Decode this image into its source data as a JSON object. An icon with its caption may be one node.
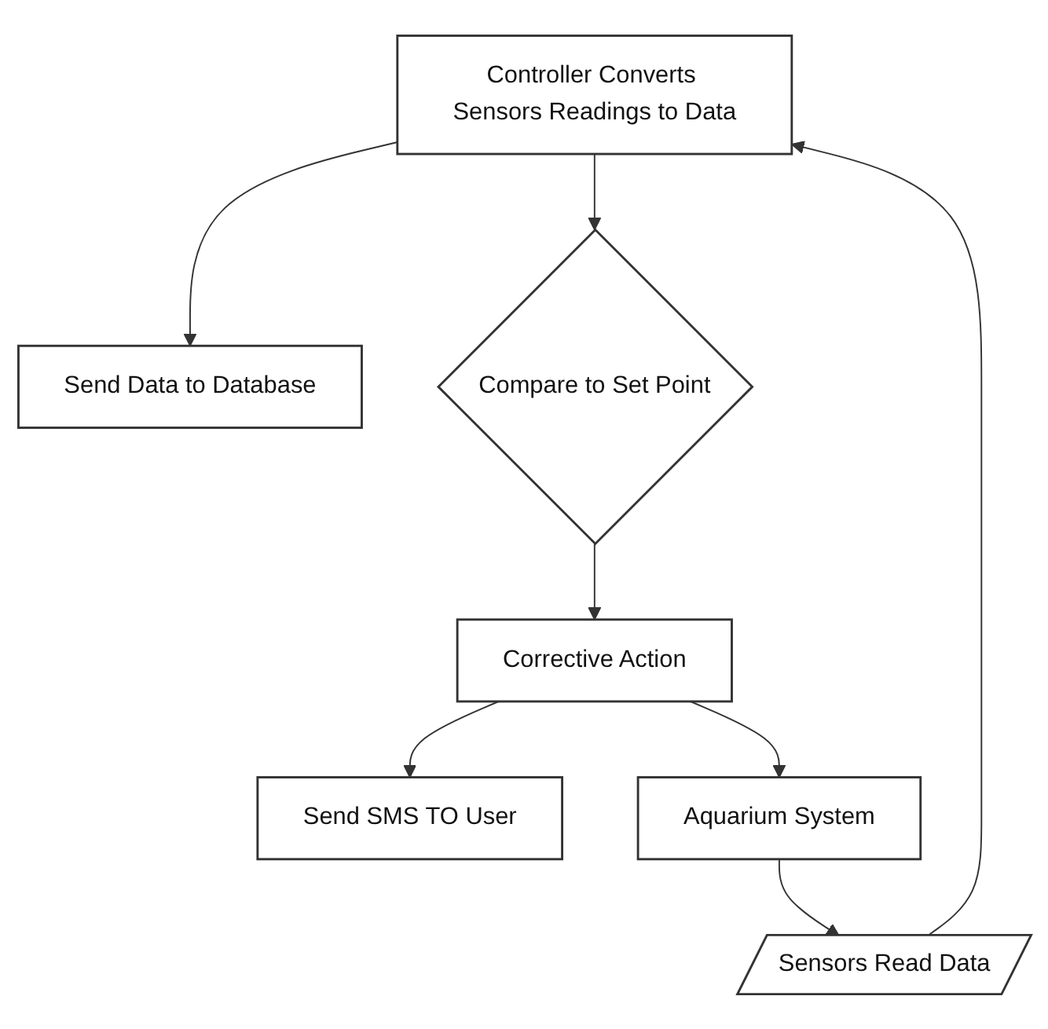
{
  "diagram": {
    "nodes": [
      {
        "text": [
          "Send Data to Database"
        ]
      },
      {
        "text": [
          "Controller Converts Sensors Readings to Data"
        ]
      },
      {
        "text": [
          "Compare to Set Point"
        ]
      },
      {
        "text": [
          "Send SMS TO User"
        ]
      },
      {
        "text": [
          "Sensors Read Data"
        ]
      },
      {
        "text": [
          "Corrective Action"
        ]
      },
      {
        "text": [
          "Aquarium System"
        ]
      }
    ],
    "edges": [
      {
        "from": 1,
        "to": 0,
        "arrow": "to"
      },
      {
        "from": 1,
        "to": 2,
        "arrow": "to"
      },
      {
        "from": 2,
        "to": 5,
        "arrow": "to"
      },
      {
        "from": 5,
        "to": 3,
        "arrow": "to"
      },
      {
        "from": 4,
        "to": 1,
        "arrow": "to"
      },
      {
        "from": 6,
        "to": 4,
        "arrow": "to"
      },
      {
        "from": 5,
        "to": 6,
        "arrow": "to"
      }
    ]
  }
}
